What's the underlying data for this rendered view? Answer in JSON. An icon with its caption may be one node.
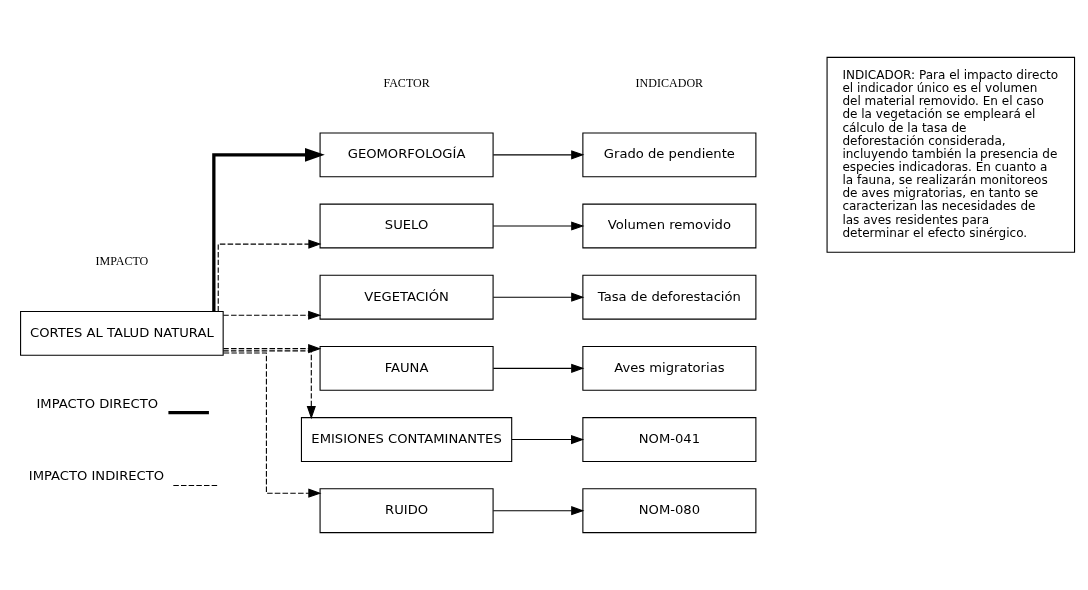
{
  "diagram": {
    "nodes": [
      {
        "text": [
          "CORTES AL TALUD NATURAL"
        ]
      },
      {
        "text": [
          "GEOMORFOLOGÍA"
        ]
      },
      {
        "text": [
          "SUELO"
        ]
      },
      {
        "text": [
          "VEGETACIÓN"
        ]
      },
      {
        "text": [
          "FAUNA"
        ]
      },
      {
        "text": [
          "EMISIONES CONTAMINANTES"
        ]
      },
      {
        "text": [
          "RUIDO"
        ]
      },
      {
        "text": [
          "Grado de pendiente"
        ]
      },
      {
        "text": [
          "Volumen removido"
        ]
      },
      {
        "text": [
          "Tasa de deforestación"
        ]
      },
      {
        "text": [
          "Aves migratorias"
        ]
      },
      {
        "text": [
          "NOM-041"
        ]
      },
      {
        "text": [
          "NOM-080"
        ]
      },
      {
        "text": [
          "INDICADOR: Para el impacto directo el indicador único es el volumen del material removido. En el caso de la vegetación se empleará el cálculo de la tasa de deforestación considerada, incluyendo también la presencia de especies indicadoras. En cuanto a la fauna, se realizarán monitoreos de aves migratorias, en tanto se caracterizan las necesidades de las aves residentes para determinar el efecto sinérgico."
        ]
      }
    ],
    "edges": [
      {
        "from": 0,
        "to": 1,
        "arrow": "to",
        "style": "thick"
      },
      {
        "from": 0,
        "to": 2,
        "arrow": "to",
        "style": "dashed"
      },
      {
        "from": 0,
        "to": 3,
        "arrow": "to",
        "style": "dashed"
      },
      {
        "from": 0,
        "to": 4,
        "arrow": "to",
        "style": "dashed"
      },
      {
        "from": 0,
        "to": 5,
        "arrow": "to",
        "style": "dashed"
      },
      {
        "from": 0,
        "to": 6,
        "arrow": "to",
        "style": "dashed"
      },
      {
        "from": 1,
        "to": 7,
        "arrow": "to"
      },
      {
        "from": 2,
        "to": 8,
        "arrow": "to"
      },
      {
        "from": 3,
        "to": 9,
        "arrow": "to"
      },
      {
        "from": 4,
        "to": 10,
        "arrow": "to"
      },
      {
        "from": 5,
        "to": 11,
        "arrow": "to"
      },
      {
        "from": 6,
        "to": 12,
        "arrow": "to"
      }
    ],
    "labels": [
      "IMPACTO",
      "FACTOR",
      "INDICADOR"
    ],
    "legend": [
      {
        "text": "IMPACTO DIRECTO"
      },
      {
        "text": "IMPACTO INDIRECTO"
      }
    ]
  }
}
